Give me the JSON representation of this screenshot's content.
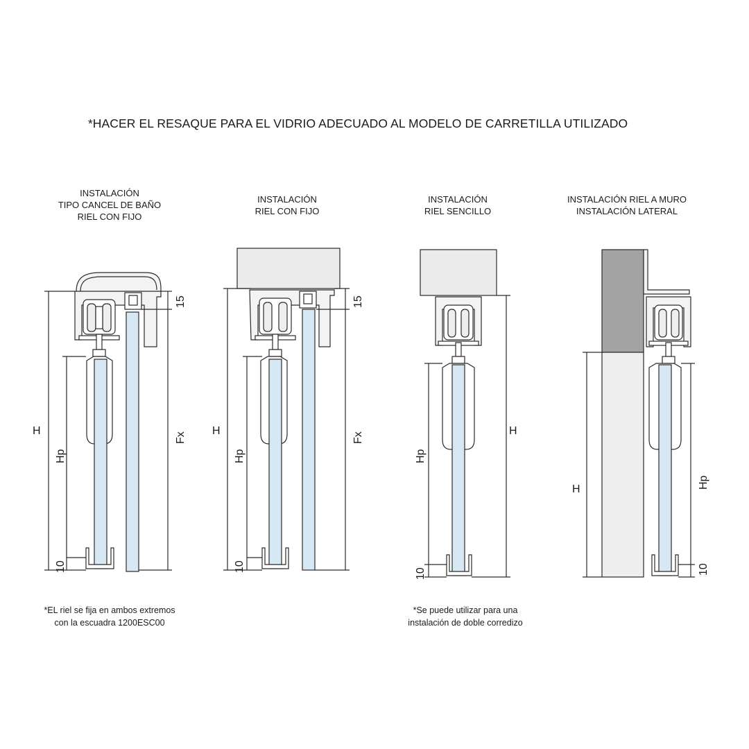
{
  "main_note": "*HACER EL RESAQUE PARA EL VIDRIO ADECUADO AL MODELO DE CARRETILLA UTILIZADO",
  "panels": [
    {
      "title_lines": [
        "INSTALACIÓN",
        "TIPO CANCEL DE BAÑO",
        "RIEL CON FIJO"
      ],
      "dims": {
        "top": "15",
        "height": "H",
        "door_height": "Hp",
        "fixed": "Fx",
        "bottom": "10"
      },
      "footnote_lines": [
        "*EL riel se fija en ambos extremos",
        "con la escuadra 1200ESC00"
      ]
    },
    {
      "title_lines": [
        "INSTALACIÓN",
        "RIEL CON FIJO"
      ],
      "dims": {
        "top": "15",
        "height": "H",
        "door_height": "Hp",
        "fixed": "Fx",
        "bottom": "10"
      }
    },
    {
      "title_lines": [
        "INSTALACIÓN",
        "RIEL SENCILLO"
      ],
      "dims": {
        "height": "H",
        "door_height": "Hp",
        "bottom": "10"
      },
      "footnote_lines": [
        "*Se puede utilizar para una",
        "instalación de doble corredizo"
      ]
    },
    {
      "title_lines": [
        "INSTALACIÓN RIEL A MURO",
        "INSTALACIÓN LATERAL"
      ],
      "dims": {
        "height": "H",
        "door_height": "Hp",
        "bottom": "10"
      }
    }
  ],
  "colors": {
    "glass": "#d6e8f4",
    "ceiling": "#ebebeb",
    "wall_dark": "#a3a3a3",
    "wall_light": "#eeeeee",
    "line": "#2a2a2a"
  }
}
